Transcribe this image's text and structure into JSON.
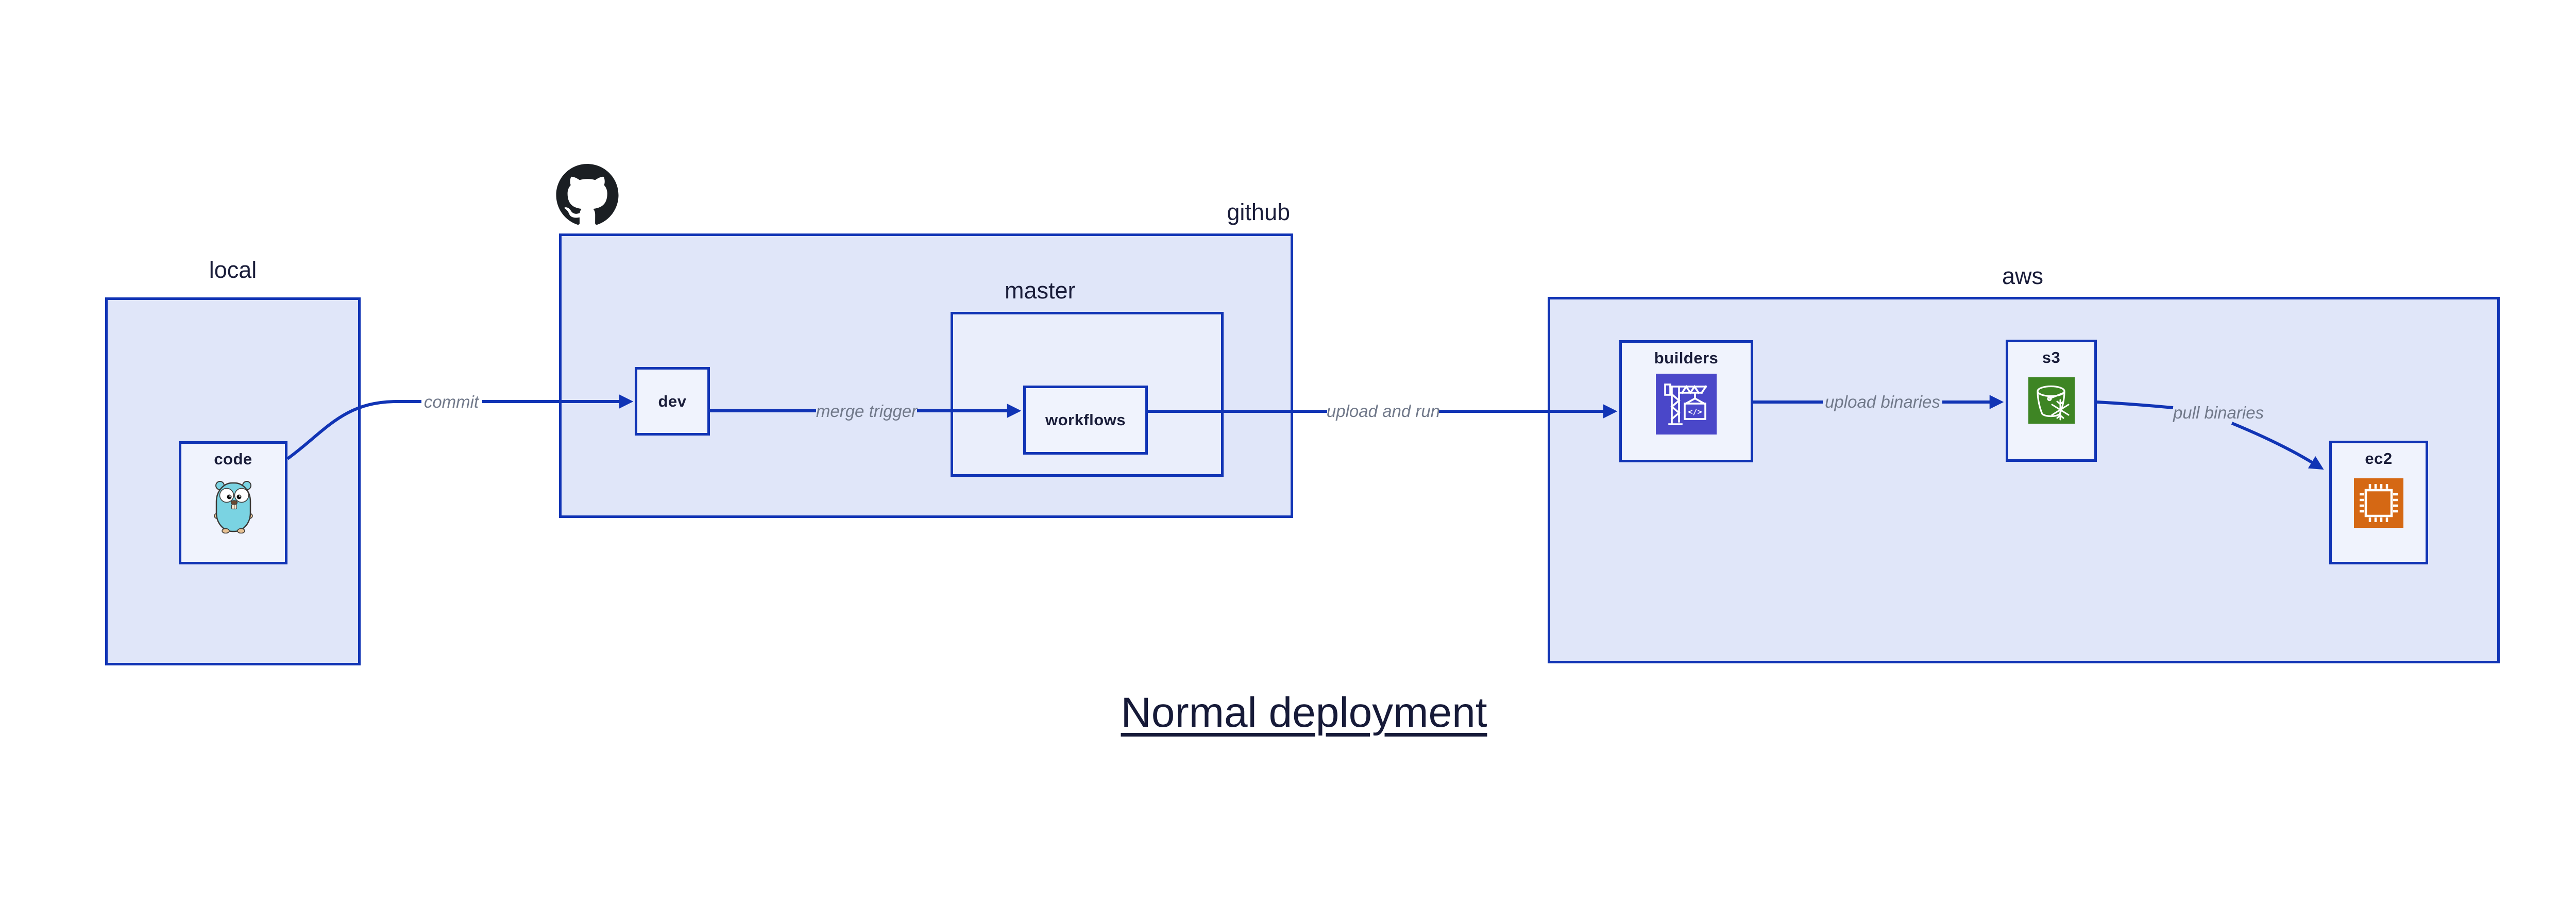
{
  "title": "Normal deployment",
  "containers": [
    {
      "id": "local",
      "label": "local"
    },
    {
      "id": "github",
      "label": "github"
    },
    {
      "id": "master",
      "label": "master"
    },
    {
      "id": "aws",
      "label": "aws"
    }
  ],
  "nodes": [
    {
      "id": "code",
      "label": "code",
      "icon": "go-gopher-icon"
    },
    {
      "id": "dev",
      "label": "dev"
    },
    {
      "id": "workflows",
      "label": "workflows"
    },
    {
      "id": "builders",
      "label": "builders",
      "icon": "build-crane-icon"
    },
    {
      "id": "s3",
      "label": "s3",
      "icon": "s3-bucket-icon"
    },
    {
      "id": "ec2",
      "label": "ec2",
      "icon": "ec2-chip-icon"
    }
  ],
  "edges": [
    {
      "from": "code",
      "to": "dev",
      "label": "commit"
    },
    {
      "from": "dev",
      "to": "workflows",
      "label": "merge trigger"
    },
    {
      "from": "workflows",
      "to": "builders",
      "label": "upload and run"
    },
    {
      "from": "builders",
      "to": "s3",
      "label": "upload binaries"
    },
    {
      "from": "s3",
      "to": "ec2",
      "label": "pull binaries"
    }
  ],
  "icons": {
    "github_logo": "github-octocat-icon",
    "code": "go-gopher-icon",
    "builders": "build-crane-icon",
    "s3": "s3-bucket-icon",
    "ec2": "ec2-chip-icon",
    "builders_code_glyph": "</>"
  },
  "colors": {
    "background": "#ffffff",
    "container_fill": "#e0e6f9",
    "subcontainer_fill": "#eaeefb",
    "node_fill": "#f0f3fd",
    "border_and_arrow_blue": "#1134b5",
    "label_navy": "#1a1d3a",
    "edge_label_gray": "#71798a",
    "title_navy": "#161a38",
    "github_logo_black": "#1b1f23",
    "gopher_cyan": "#7ad3e2",
    "builders_icon_indigo": "#4a47c9",
    "s3_icon_green": "#3e8524",
    "ec2_icon_orange": "#d56814"
  }
}
